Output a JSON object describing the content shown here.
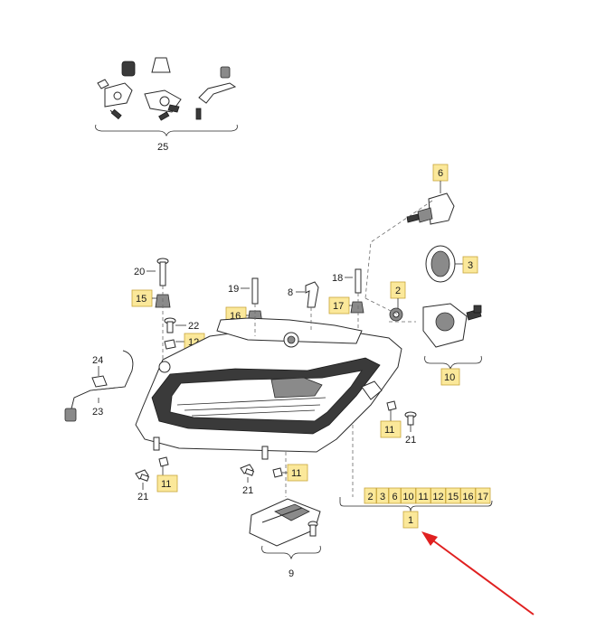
{
  "parts": {
    "p25": "25",
    "p6": "6",
    "p3": "3",
    "p2": "2",
    "p10": "10",
    "p20": "20",
    "p15": "15",
    "p22": "22",
    "p12": "12",
    "p19": "19",
    "p16": "16",
    "p8": "8",
    "p18": "18",
    "p17": "17",
    "p24": "24",
    "p23": "23",
    "p11a": "11",
    "p21a": "21",
    "p11b": "11",
    "p21b": "21",
    "p11c": "11",
    "p21c": "21",
    "p9": "9",
    "p1": "1"
  },
  "kit_row": [
    "2",
    "3",
    "6",
    "10",
    "11",
    "12",
    "15",
    "16",
    "17"
  ],
  "colors": {
    "highlight": "#fbe89a",
    "arrow": "#e02020"
  }
}
